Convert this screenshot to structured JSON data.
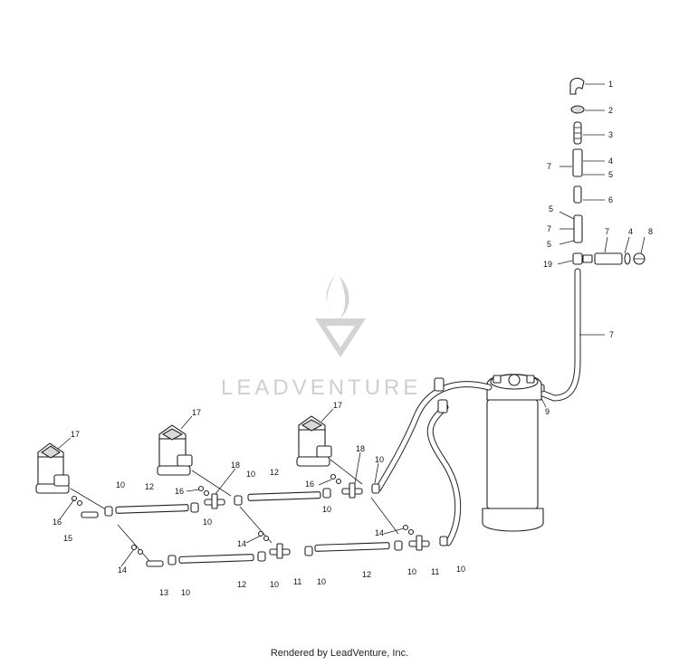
{
  "watermark": {
    "text": "LEADVENTURE"
  },
  "footer": {
    "text": "Rendered by LeadVenture, Inc."
  },
  "callouts": {
    "n1": "1",
    "n2": "2",
    "n3": "3",
    "n4": "4",
    "n5": "5",
    "n6": "6",
    "n7": "7",
    "n8": "8",
    "n9": "9",
    "n10": "10",
    "n11": "11",
    "n12": "12",
    "n13": "13",
    "n14": "14",
    "n15": "15",
    "n16": "16",
    "n17": "17",
    "n18": "18",
    "n19": "19"
  }
}
